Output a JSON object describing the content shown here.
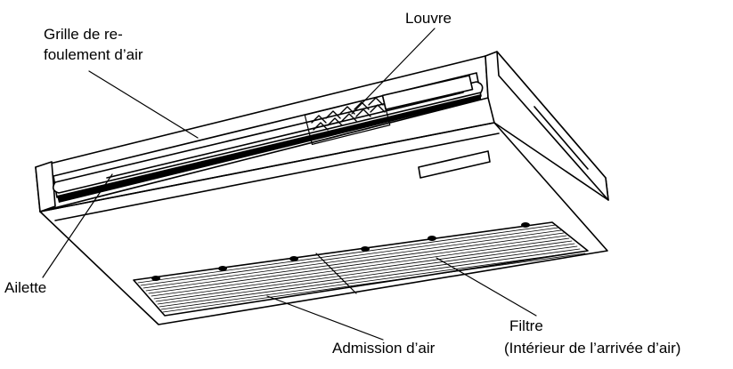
{
  "labels": {
    "grille_line1": "Grille de re-",
    "grille_line2": "foulement d’air",
    "louvre": "Louvre",
    "ailette": "Ailette",
    "admission": "Admission d’air",
    "filtre_line1": "Filtre",
    "filtre_line2": "(Intérieur de l’arrivée d’air)"
  },
  "colors": {
    "ink": "#000000",
    "paper": "#ffffff"
  }
}
